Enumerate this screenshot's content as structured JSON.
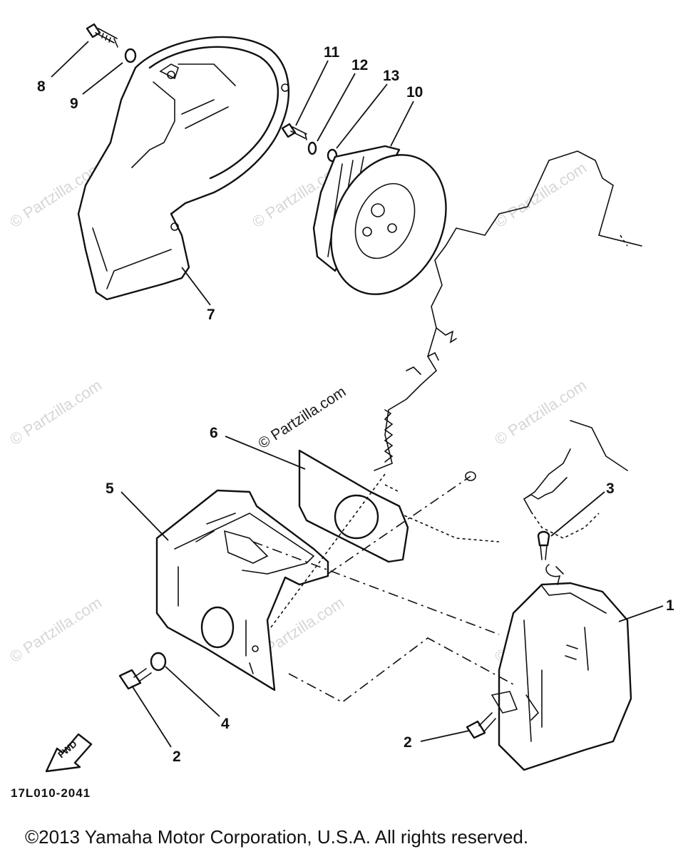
{
  "diagram": {
    "callouts": [
      {
        "id": "c8",
        "label": "8"
      },
      {
        "id": "c9",
        "label": "9"
      },
      {
        "id": "c11",
        "label": "11"
      },
      {
        "id": "c12",
        "label": "12"
      },
      {
        "id": "c13",
        "label": "13"
      },
      {
        "id": "c10",
        "label": "10"
      },
      {
        "id": "c7",
        "label": "7"
      },
      {
        "id": "c6",
        "label": "6"
      },
      {
        "id": "c5",
        "label": "5"
      },
      {
        "id": "c3",
        "label": "3"
      },
      {
        "id": "c1",
        "label": "1"
      },
      {
        "id": "c4",
        "label": "4"
      },
      {
        "id": "c2a",
        "label": "2"
      },
      {
        "id": "c2b",
        "label": "2"
      }
    ],
    "fwd_label": "FWD",
    "part_number": "17L010-2041",
    "watermark_center": "© Partzilla.com",
    "watermark": "© Partzilla.com"
  },
  "footer": {
    "copyright": "©2013 Yamaha Motor Corporation, U.S.A. All rights reserved."
  }
}
